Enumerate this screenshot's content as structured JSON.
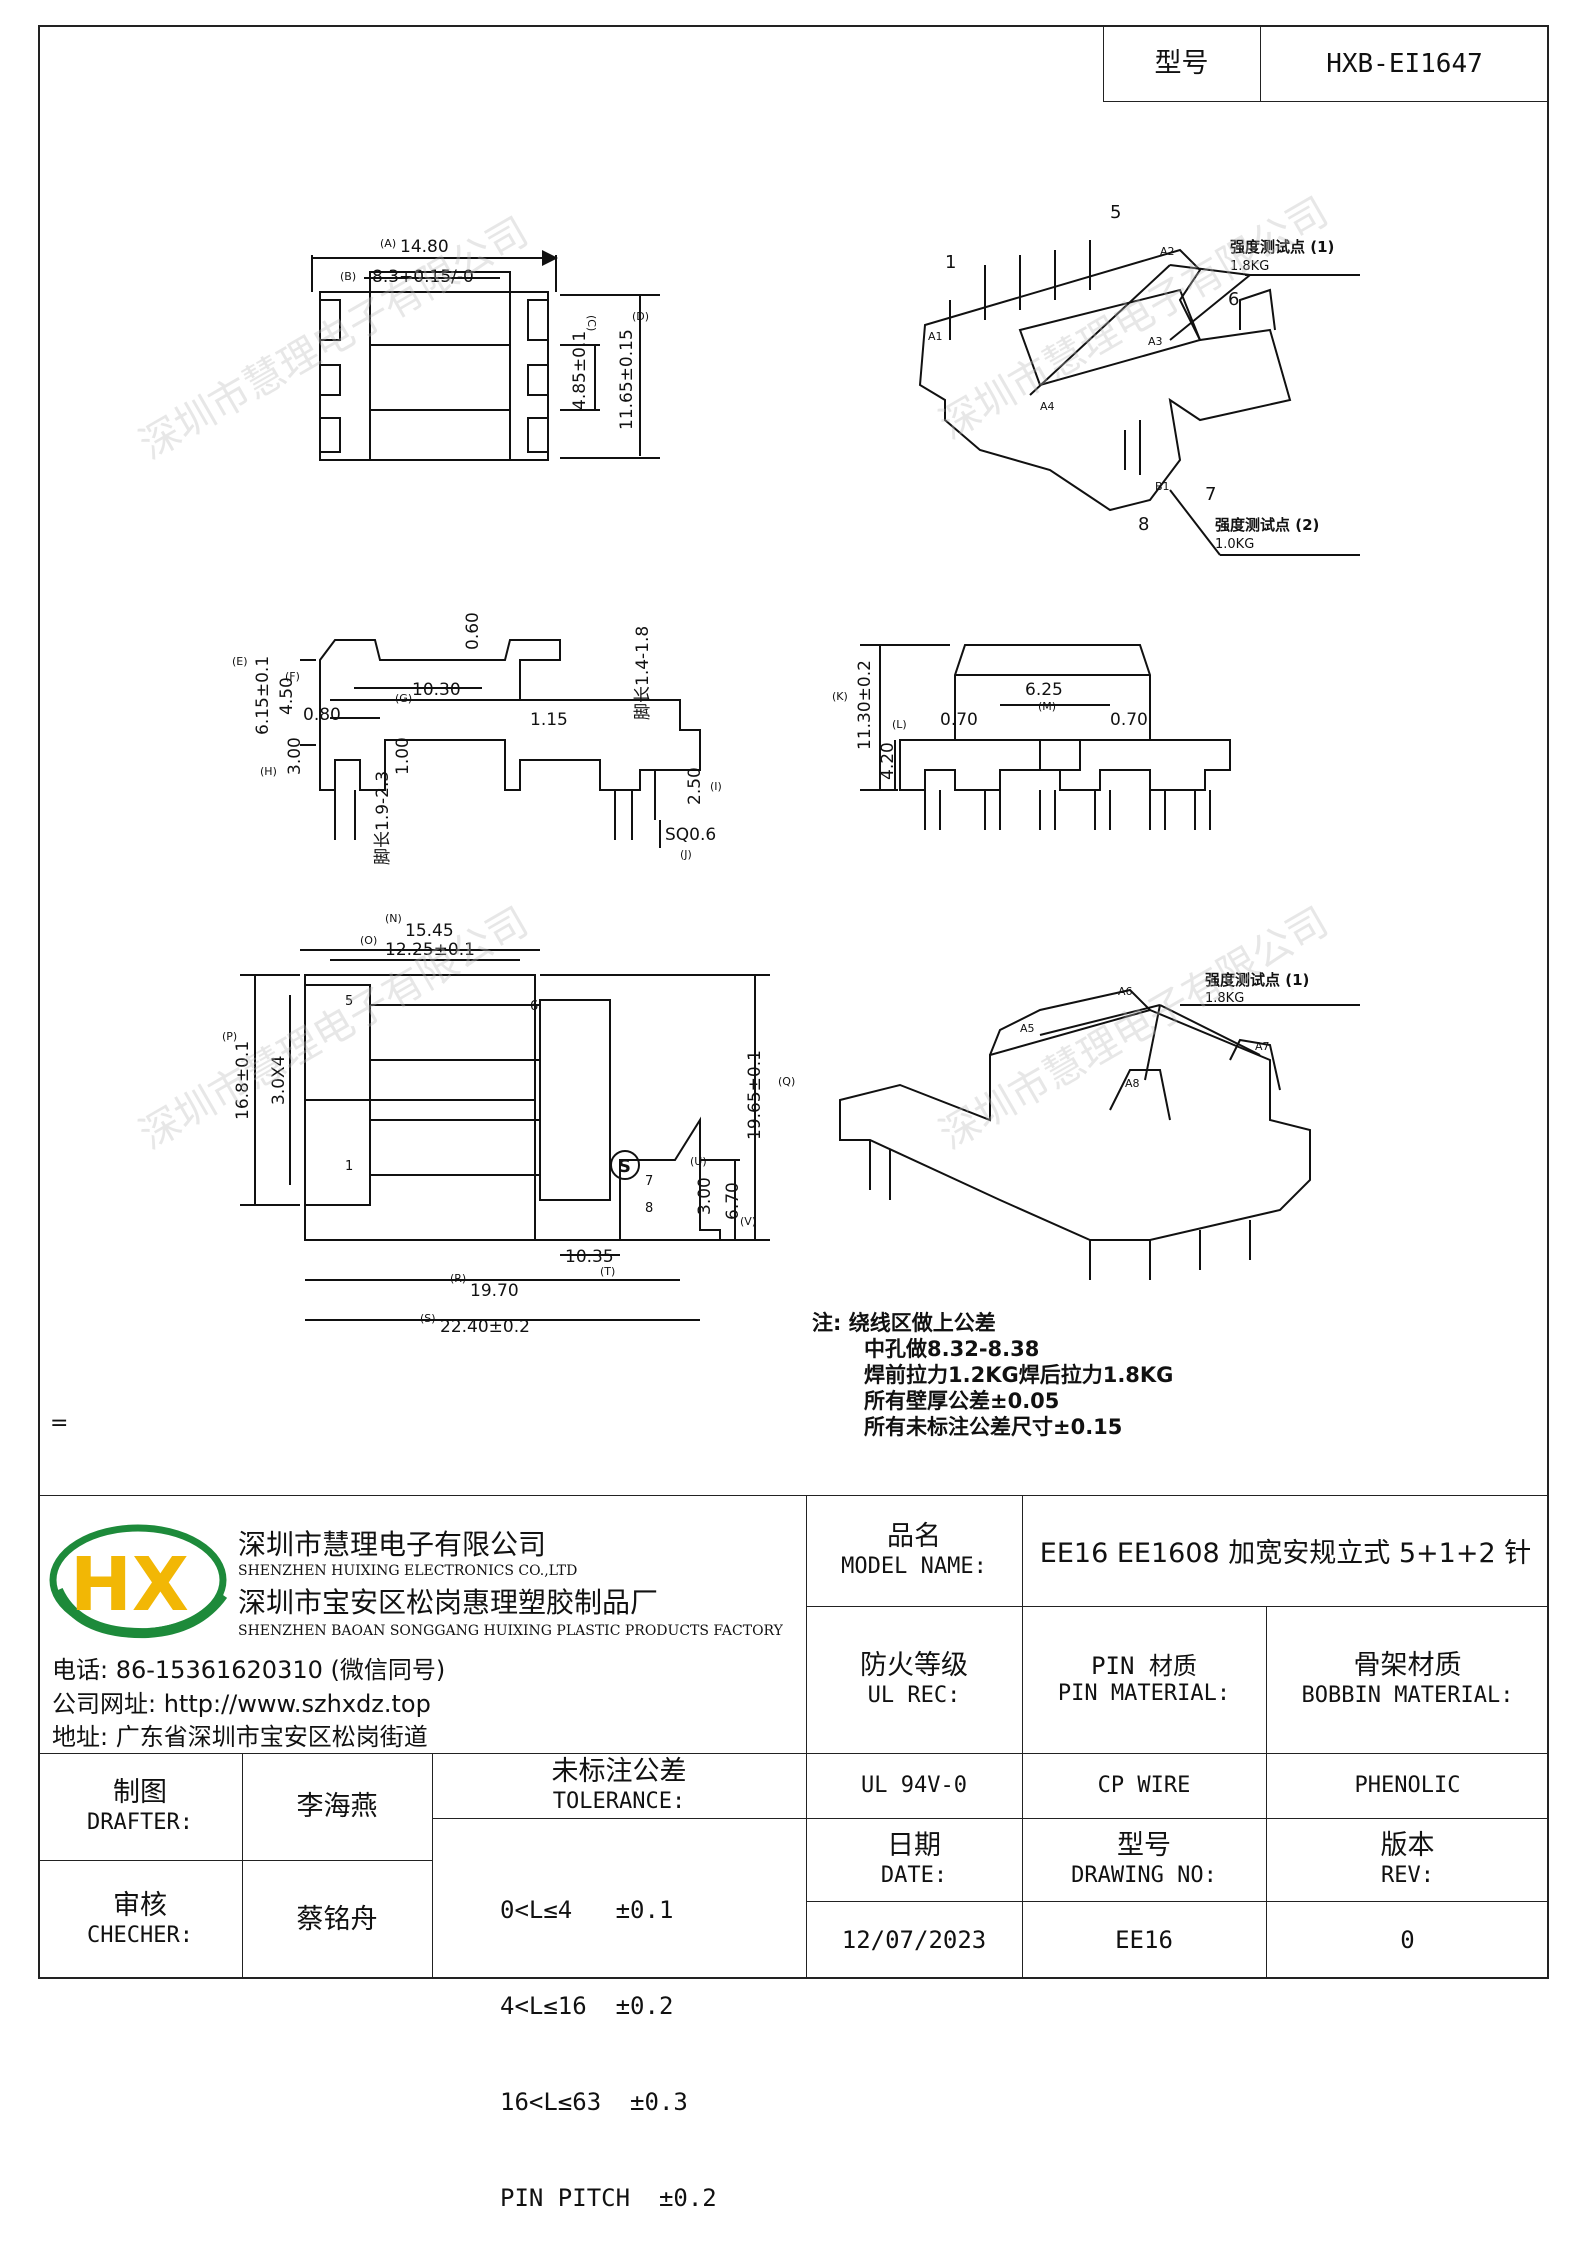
{
  "header": {
    "model_label": "型号",
    "model_value": "HXB-EI1647"
  },
  "drawing": {
    "top_view": {
      "d_a": "(A)",
      "dim_a": "14.80",
      "d_b": "(B)",
      "dim_b": "8.3+0.15/-0",
      "d_c": "(C)",
      "dim_c": "4.85±0.1",
      "d_d": "(D)",
      "dim_d": "11.65±0.15"
    },
    "iso_top": {
      "pins": [
        "1",
        "5",
        "6",
        "7",
        "8"
      ],
      "points": [
        "A1",
        "A2",
        "A3",
        "A4",
        "B1"
      ],
      "test1_label": "强度测试点 (1)",
      "test1_value": "1.8KG",
      "test2_label": "强度测试点 (2)",
      "test2_value": "1.0KG"
    },
    "side_view": {
      "d_e": "(E)",
      "dim_e": "6.15±0.1",
      "d_f": "(F)",
      "dim_f": "4.50",
      "dim_080": "0.80",
      "d_g": "(G)",
      "dim_g": "10.30",
      "dim_060": "0.60",
      "dim_115": "1.15",
      "d_h": "(H)",
      "dim_h": "3.00",
      "dim_100": "1.00",
      "pin_a": "脚长1.9-2.3",
      "pin_b": "脚长1.4-1.8",
      "d_i": "(I)",
      "dim_i": "2.50",
      "d_j": "(J)",
      "dim_j": "SQ0.6"
    },
    "front_view": {
      "d_k": "(K)",
      "dim_k": "11.30±0.2",
      "d_l": "(L)",
      "dim_l": "4.20",
      "dim_070a": "0.70",
      "d_m": "(M)",
      "dim_m": "6.25",
      "dim_070b": "0.70"
    },
    "bottom_view": {
      "d_n": "(N)",
      "dim_n": "15.45",
      "d_o": "(O)",
      "dim_o": "12.25±0.1",
      "d_p": "(P)",
      "dim_p": "16.8±0.1",
      "dim_pitch": "3.0X4",
      "pin_labels": [
        "5",
        "1",
        "6",
        "7",
        "8"
      ],
      "d_q": "(Q)",
      "dim_q": "19.65±0.1",
      "d_r": "(R)",
      "dim_r": "19.70",
      "d_s": "(S)",
      "dim_s": "22.40±0.2",
      "d_t": "(T)",
      "dim_t": "10.35",
      "d_u": "(U)",
      "dim_u": "3.00",
      "d_v": "(V)",
      "dim_v": "6.70",
      "s_mark": "S"
    },
    "iso_bottom": {
      "points": [
        "A5",
        "A6",
        "A7",
        "A8"
      ],
      "test_label": "强度测试点 (1)",
      "test_value": "1.8KG"
    },
    "notes": [
      "注: 绕线区做上公差",
      "中孔做8.32-8.38",
      "焊前拉力1.2KG焊后拉力1.8KG",
      "所有壁厚公差±0.05",
      "所有未标注公差尺寸±0.15"
    ],
    "stray_mark": "=",
    "watermark": "深圳市慧理电子有限公司"
  },
  "company": {
    "logo_text": "HX",
    "name_cn": "深圳市慧理电子有限公司",
    "name_en": "SHENZHEN HUIXING ELECTRONICS CO.,LTD",
    "factory_cn": "深圳市宝安区松岗惠理塑胶制品厂",
    "factory_en": "SHENZHEN BAOAN SONGGANG HUIXING PLASTIC PRODUCTS FACTORY",
    "phone": "电话: 86-15361620310 (微信同号)",
    "website": "公司网址: http://www.szhxdz.top",
    "address": "地址: 广东省深圳市宝安区松岗街道"
  },
  "title_block": {
    "model_name_cn": "品名",
    "model_name_en": "MODEL NAME:",
    "model_name_value": "EE16 EE1608 加宽安规立式 5+1+2 针",
    "ul_cn": "防火等级",
    "ul_en": "UL REC:",
    "ul_value": "UL 94V-0",
    "pin_cn": "PIN 材质",
    "pin_en": "PIN MATERIAL:",
    "pin_value": "CP WIRE",
    "bobbin_cn": "骨架材质",
    "bobbin_en": "BOBBIN MATERIAL:",
    "bobbin_value": "PHENOLIC",
    "drafter_cn": "制图",
    "drafter_en": "DRAFTER:",
    "drafter_value": "李海燕",
    "checker_cn": "审核",
    "checker_en": "CHECHER:",
    "checker_value": "蔡铭舟",
    "tolerance_cn": "未标注公差",
    "tolerance_en": "TOLERANCE:",
    "tolerance_lines": [
      "0<L≤4   ±0.1",
      "4<L≤16  ±0.2",
      "16<L≤63  ±0.3",
      "PIN PITCH  ±0.2"
    ],
    "date_cn": "日期",
    "date_en": "DATE:",
    "date_value": "12/07/2023",
    "drawing_no_cn": "型号",
    "drawing_no_en": "DRAWING NO:",
    "drawing_no_value": "EE16",
    "rev_cn": "版本",
    "rev_en": "REV:",
    "rev_value": "0"
  }
}
